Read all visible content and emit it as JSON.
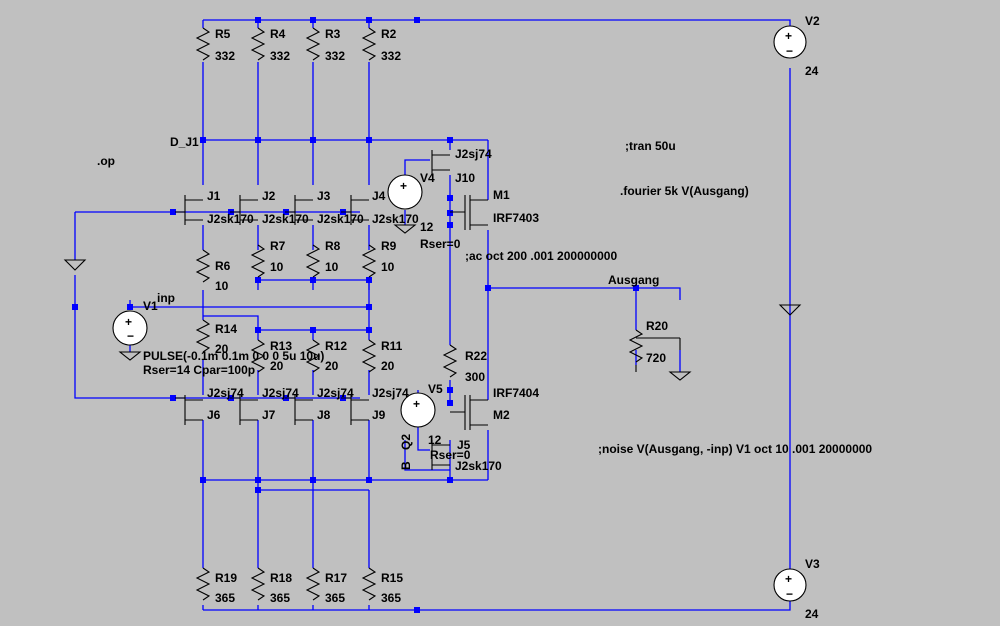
{
  "schematic": {
    "resistors_top": [
      {
        "name": "R5",
        "value": "332"
      },
      {
        "name": "R4",
        "value": "332"
      },
      {
        "name": "R3",
        "value": "332"
      },
      {
        "name": "R2",
        "value": "332"
      }
    ],
    "resistors_src_top": [
      {
        "name": "R6",
        "value": "10"
      },
      {
        "name": "R7",
        "value": "10"
      },
      {
        "name": "R8",
        "value": "10"
      },
      {
        "name": "R9",
        "value": "10"
      }
    ],
    "resistors_mid": [
      {
        "name": "R14",
        "value": "20"
      },
      {
        "name": "R13",
        "value": "20"
      },
      {
        "name": "R12",
        "value": "20"
      },
      {
        "name": "R11",
        "value": "20"
      }
    ],
    "resistors_bottom": [
      {
        "name": "R19",
        "value": "365"
      },
      {
        "name": "R18",
        "value": "365"
      },
      {
        "name": "R17",
        "value": "365"
      },
      {
        "name": "R15",
        "value": "365"
      }
    ],
    "jfets_top": [
      {
        "name": "J1",
        "model": "J2sk170"
      },
      {
        "name": "J2",
        "model": "J2sk170"
      },
      {
        "name": "J3",
        "model": "J2sk170"
      },
      {
        "name": "J4",
        "model": "J2sk170"
      }
    ],
    "jfets_bottom": [
      {
        "name": "J6",
        "model": "J2sj74"
      },
      {
        "name": "J7",
        "model": "J2sj74"
      },
      {
        "name": "J8",
        "model": "J2sj74"
      },
      {
        "name": "J9",
        "model": "J2sj74"
      }
    ],
    "net_label_dj1": "D_J1",
    "net_label_inp": "inp",
    "net_label_ausgang": "Ausgang",
    "op_directive": ".op",
    "tran_directive": ";tran 50u",
    "fourier_directive": ".fourier 5k V(Ausgang)",
    "ac_directive": ";ac oct 200 .001 200000000",
    "noise_directive": ";noise V(Ausgang, -inp) V1 oct 10 .001 20000000",
    "v2": {
      "name": "V2",
      "value": "24"
    },
    "v3": {
      "name": "V3",
      "value": "24"
    },
    "v1": {
      "name": "V1",
      "pulse": "PULSE(-0.1m 0.1m 0 0 0 5u 10u)",
      "params": "Rser=14 Cpar=100p"
    },
    "v4": {
      "name": "V4",
      "value": "12",
      "rser": "Rser=0"
    },
    "v5": {
      "name": "V5",
      "value": "12",
      "rser": "Rser=0"
    },
    "j10": {
      "name": "J10",
      "model": "J2sj74"
    },
    "j5": {
      "name": "J5",
      "model": "J2sk170"
    },
    "m1": {
      "name": "M1",
      "model": "IRF7403"
    },
    "m2": {
      "name": "M2",
      "model": "IRF7404"
    },
    "r22": {
      "name": "R22",
      "value": "300"
    },
    "r20": {
      "name": "R20",
      "value": "720"
    },
    "q2": {
      "name": "Q2",
      "pins": "B"
    }
  }
}
